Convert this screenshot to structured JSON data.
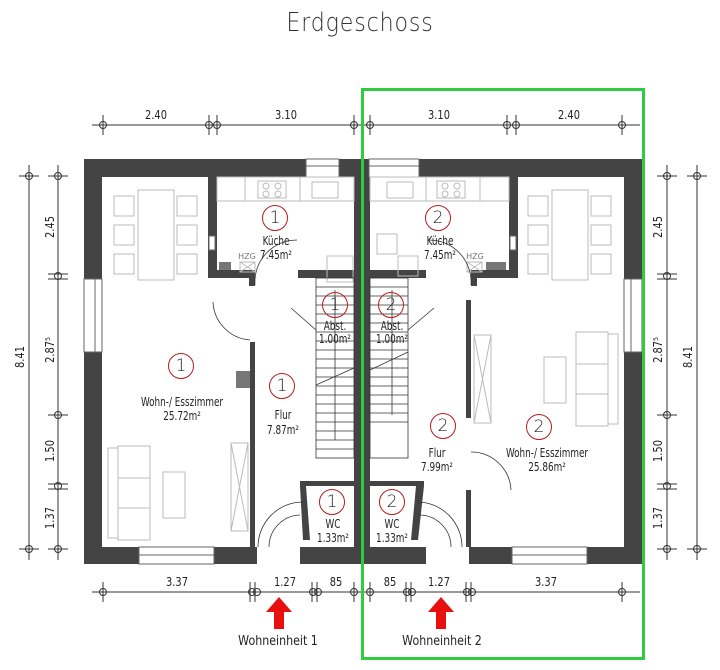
{
  "title": "Erdgeschoss",
  "colors": {
    "wall": "#444444",
    "selection_border": "#2ecc40",
    "badge_ring": "#b81c1c",
    "arrow": "#e8100f",
    "furniture": "#bbbbbb"
  },
  "dimensions": {
    "top": [
      "2.40",
      "3.10",
      "3.10",
      "2.40"
    ],
    "bottom": [
      "3.37",
      "1.27",
      "85",
      "85",
      "1.27",
      "3.37"
    ],
    "left_inner": [
      "2.45",
      "2.87⁵",
      "1.50",
      "1.37"
    ],
    "left_total": "8.41",
    "right_inner": [
      "2.45",
      "2.87⁵",
      "1.50",
      "1.37"
    ],
    "right_total": "8.41"
  },
  "rooms": [
    {
      "unit": "1",
      "name": "Küche",
      "area": "7.45m²"
    },
    {
      "unit": "1",
      "name": "Abst.",
      "area": "1.00m²"
    },
    {
      "unit": "1",
      "name": "Wohn-/ Esszimmer",
      "area": "25.72m²"
    },
    {
      "unit": "1",
      "name": "Flur",
      "area": "7.87m²"
    },
    {
      "unit": "1",
      "name": "WC",
      "area": "1.33m²"
    },
    {
      "unit": "2",
      "name": "Küche",
      "area": "7.45m²"
    },
    {
      "unit": "2",
      "name": "Abst.",
      "area": "1.00m²"
    },
    {
      "unit": "2",
      "name": "Flur",
      "area": "7.99m²"
    },
    {
      "unit": "2",
      "name": "Wohn-/ Esszimmer",
      "area": "25.86m²"
    },
    {
      "unit": "2",
      "name": "WC",
      "area": "1.33m²"
    }
  ],
  "fixtures": {
    "hzg": "HZG"
  },
  "entrances": [
    {
      "label": "Wohneinheit 1"
    },
    {
      "label": "Wohneinheit 2"
    }
  ]
}
